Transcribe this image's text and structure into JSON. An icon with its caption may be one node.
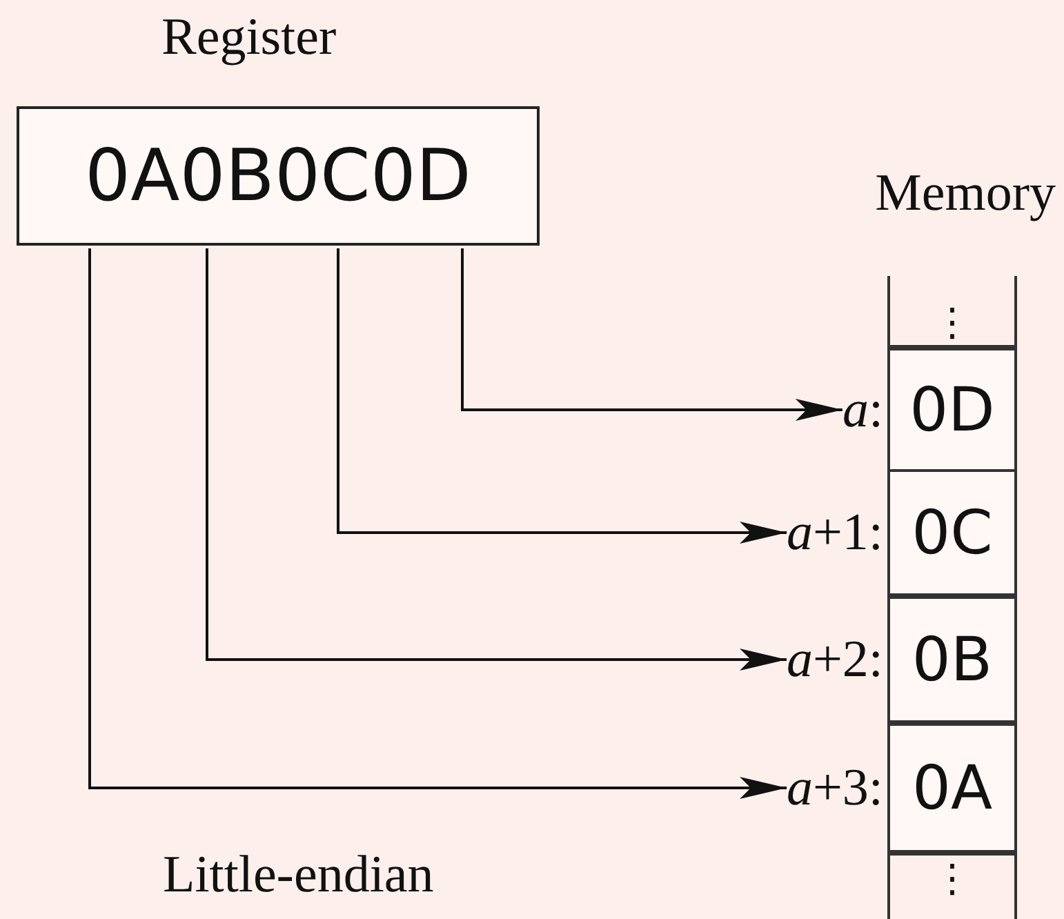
{
  "diagram": {
    "nodes": [
      {
        "text": [
          "Register",
          "0A0B0C0D"
        ]
      },
      {
        "text": [
          "⋮"
        ]
      },
      {
        "text": [
          "0D"
        ],
        "beside": [
          "*a*:"
        ]
      },
      {
        "text": [
          "0C"
        ],
        "beside": [
          "*a*+1:"
        ]
      },
      {
        "text": [
          "0B"
        ],
        "beside": [
          "*a*+2:"
        ]
      },
      {
        "text": [
          "0A"
        ],
        "beside": [
          "*a*+3:"
        ]
      },
      {
        "text": [
          "⋮"
        ]
      }
    ],
    "edges": [
      {
        "from": 0,
        "to": 2,
        "arrow": "to"
      },
      {
        "from": 0,
        "to": 3,
        "arrow": "to"
      },
      {
        "from": 0,
        "to": 4,
        "arrow": "to"
      },
      {
        "from": 0,
        "to": 5,
        "arrow": "to"
      }
    ],
    "labels": [
      "Memory",
      "Little-endian"
    ]
  }
}
